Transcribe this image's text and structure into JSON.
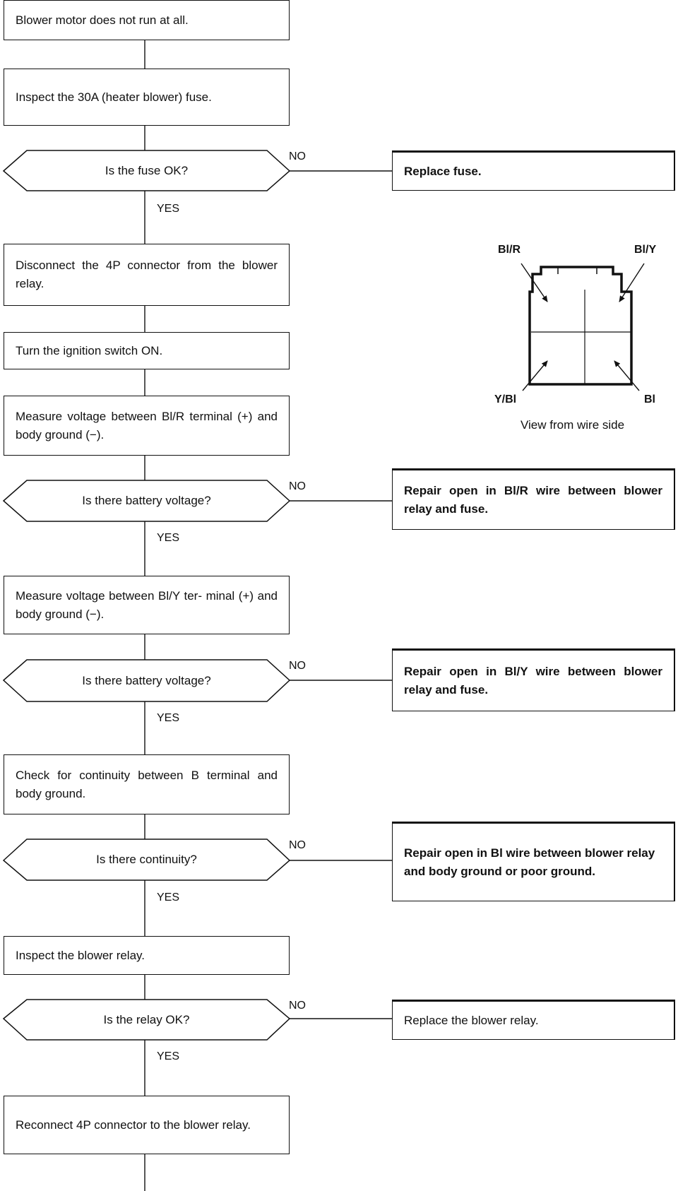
{
  "flowchart": {
    "steps": [
      "Blower motor does not run at all.",
      "Inspect the 30A (heater blower) fuse.",
      "Disconnect the 4P connector from the blower relay.",
      "Turn the ignition switch ON.",
      "Measure voltage between Bl/R terminal (+) and body ground (−).",
      "Measure voltage between Bl/Y ter- minal (+) and body ground (−).",
      "Check for continuity between B terminal and body ground.",
      "Inspect the blower relay.",
      "Reconnect 4P connector to the blower relay."
    ],
    "decisions": [
      "Is the fuse OK?",
      "Is there battery voltage?",
      "Is there battery voltage?",
      "Is there continuity?",
      "Is the relay OK?"
    ],
    "actions": [
      "Replace fuse.",
      "Repair open in Bl/R wire between blower relay and fuse.",
      "Repair open in Bl/Y wire between blower relay and fuse.",
      "Repair open in Bl wire between blower relay and body ground or poor ground.",
      "Replace the blower relay."
    ],
    "no_label": "NO",
    "yes_label": "YES"
  },
  "connector": {
    "pins": {
      "top_left": "Bl/R",
      "top_right": "Bl/Y",
      "bottom_left": "Y/Bl",
      "bottom_right": "Bl"
    },
    "caption": "View from wire side"
  }
}
